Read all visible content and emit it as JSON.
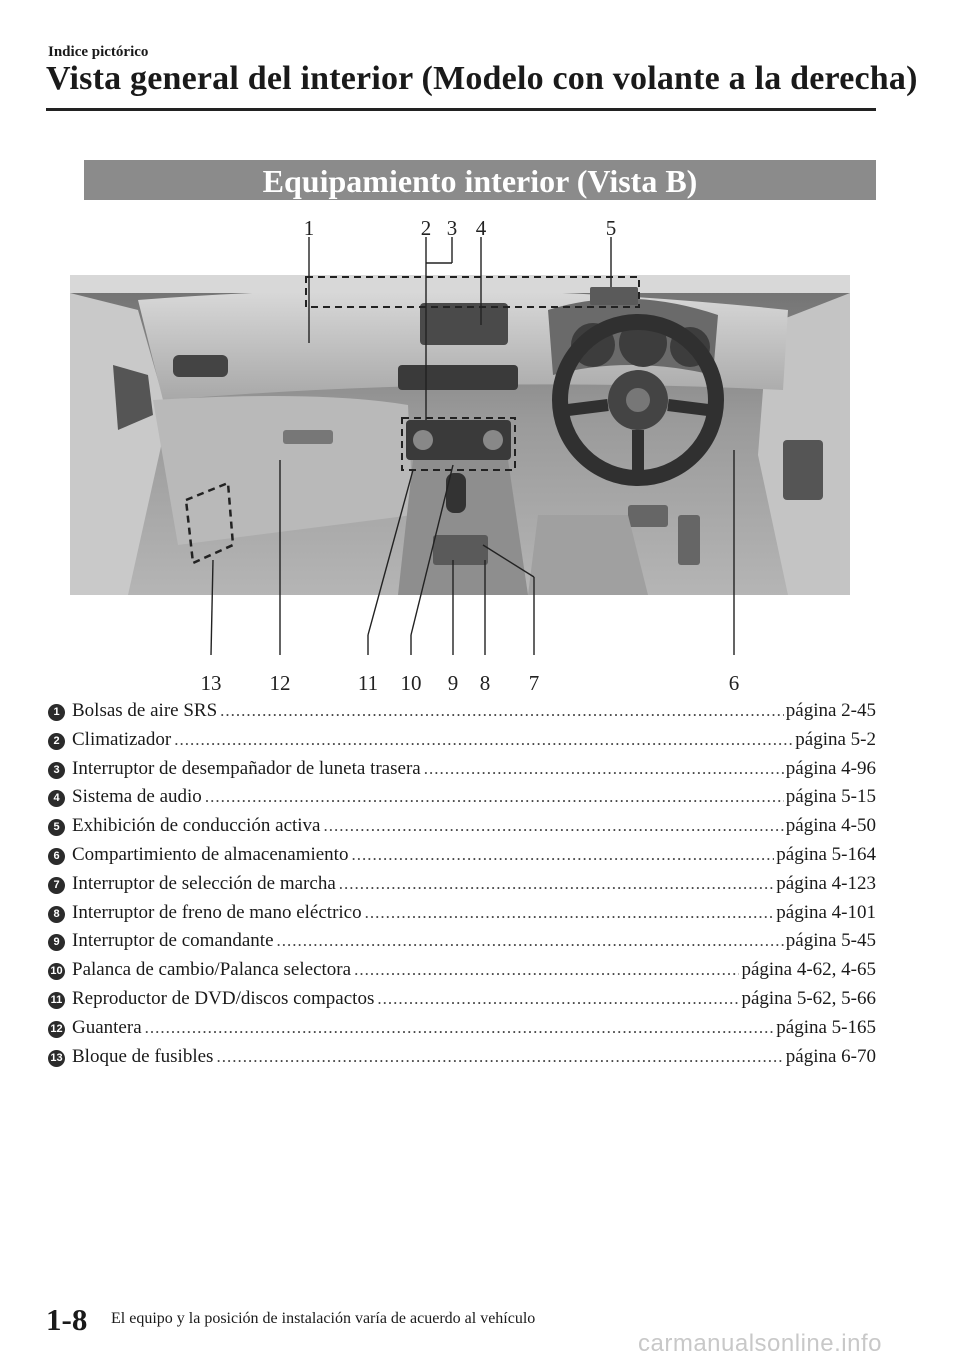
{
  "header": {
    "section": "Indice pictórico",
    "title": "Vista general del interior (Modelo con volante a la derecha)"
  },
  "banner": "Equipamiento interior (Vista B)",
  "callouts": [
    "1",
    "2",
    "3",
    "4",
    "5",
    "6",
    "7",
    "8",
    "9",
    "10",
    "11",
    "12",
    "13"
  ],
  "items": [
    {
      "num": "1",
      "label": "Bolsas de aire SRS",
      "page": "página 2-45"
    },
    {
      "num": "2",
      "label": "Climatizador",
      "page": "página 5-2"
    },
    {
      "num": "3",
      "label": "Interruptor de desempañador de luneta trasera",
      "page": "página 4-96"
    },
    {
      "num": "4",
      "label": "Sistema de audio",
      "page": "página 5-15"
    },
    {
      "num": "5",
      "label": "Exhibición de conducción activa",
      "page": "página 4-50"
    },
    {
      "num": "6",
      "label": "Compartimiento de almacenamiento",
      "page": "página 5-164"
    },
    {
      "num": "7",
      "label": "Interruptor de selección de marcha",
      "page": "página 4-123"
    },
    {
      "num": "8",
      "label": "Interruptor de freno de mano eléctrico",
      "page": "página 4-101"
    },
    {
      "num": "9",
      "label": "Interruptor de comandante",
      "page": "página 5-45"
    },
    {
      "num": "10",
      "label": "Palanca de cambio/Palanca selectora",
      "page": "página 4-62, 4-65"
    },
    {
      "num": "11",
      "label": "Reproductor de DVD/discos compactos",
      "page": "página 5-62, 5-66"
    },
    {
      "num": "12",
      "label": "Guantera",
      "page": "página 5-165"
    },
    {
      "num": "13",
      "label": "Bloque de fusibles",
      "page": "página 6-70"
    }
  ],
  "footer": {
    "page_number": "1-8",
    "note": "El equipo y la posición de instalación varía de acuerdo al vehículo",
    "watermark": "carmanualsonline.info"
  }
}
